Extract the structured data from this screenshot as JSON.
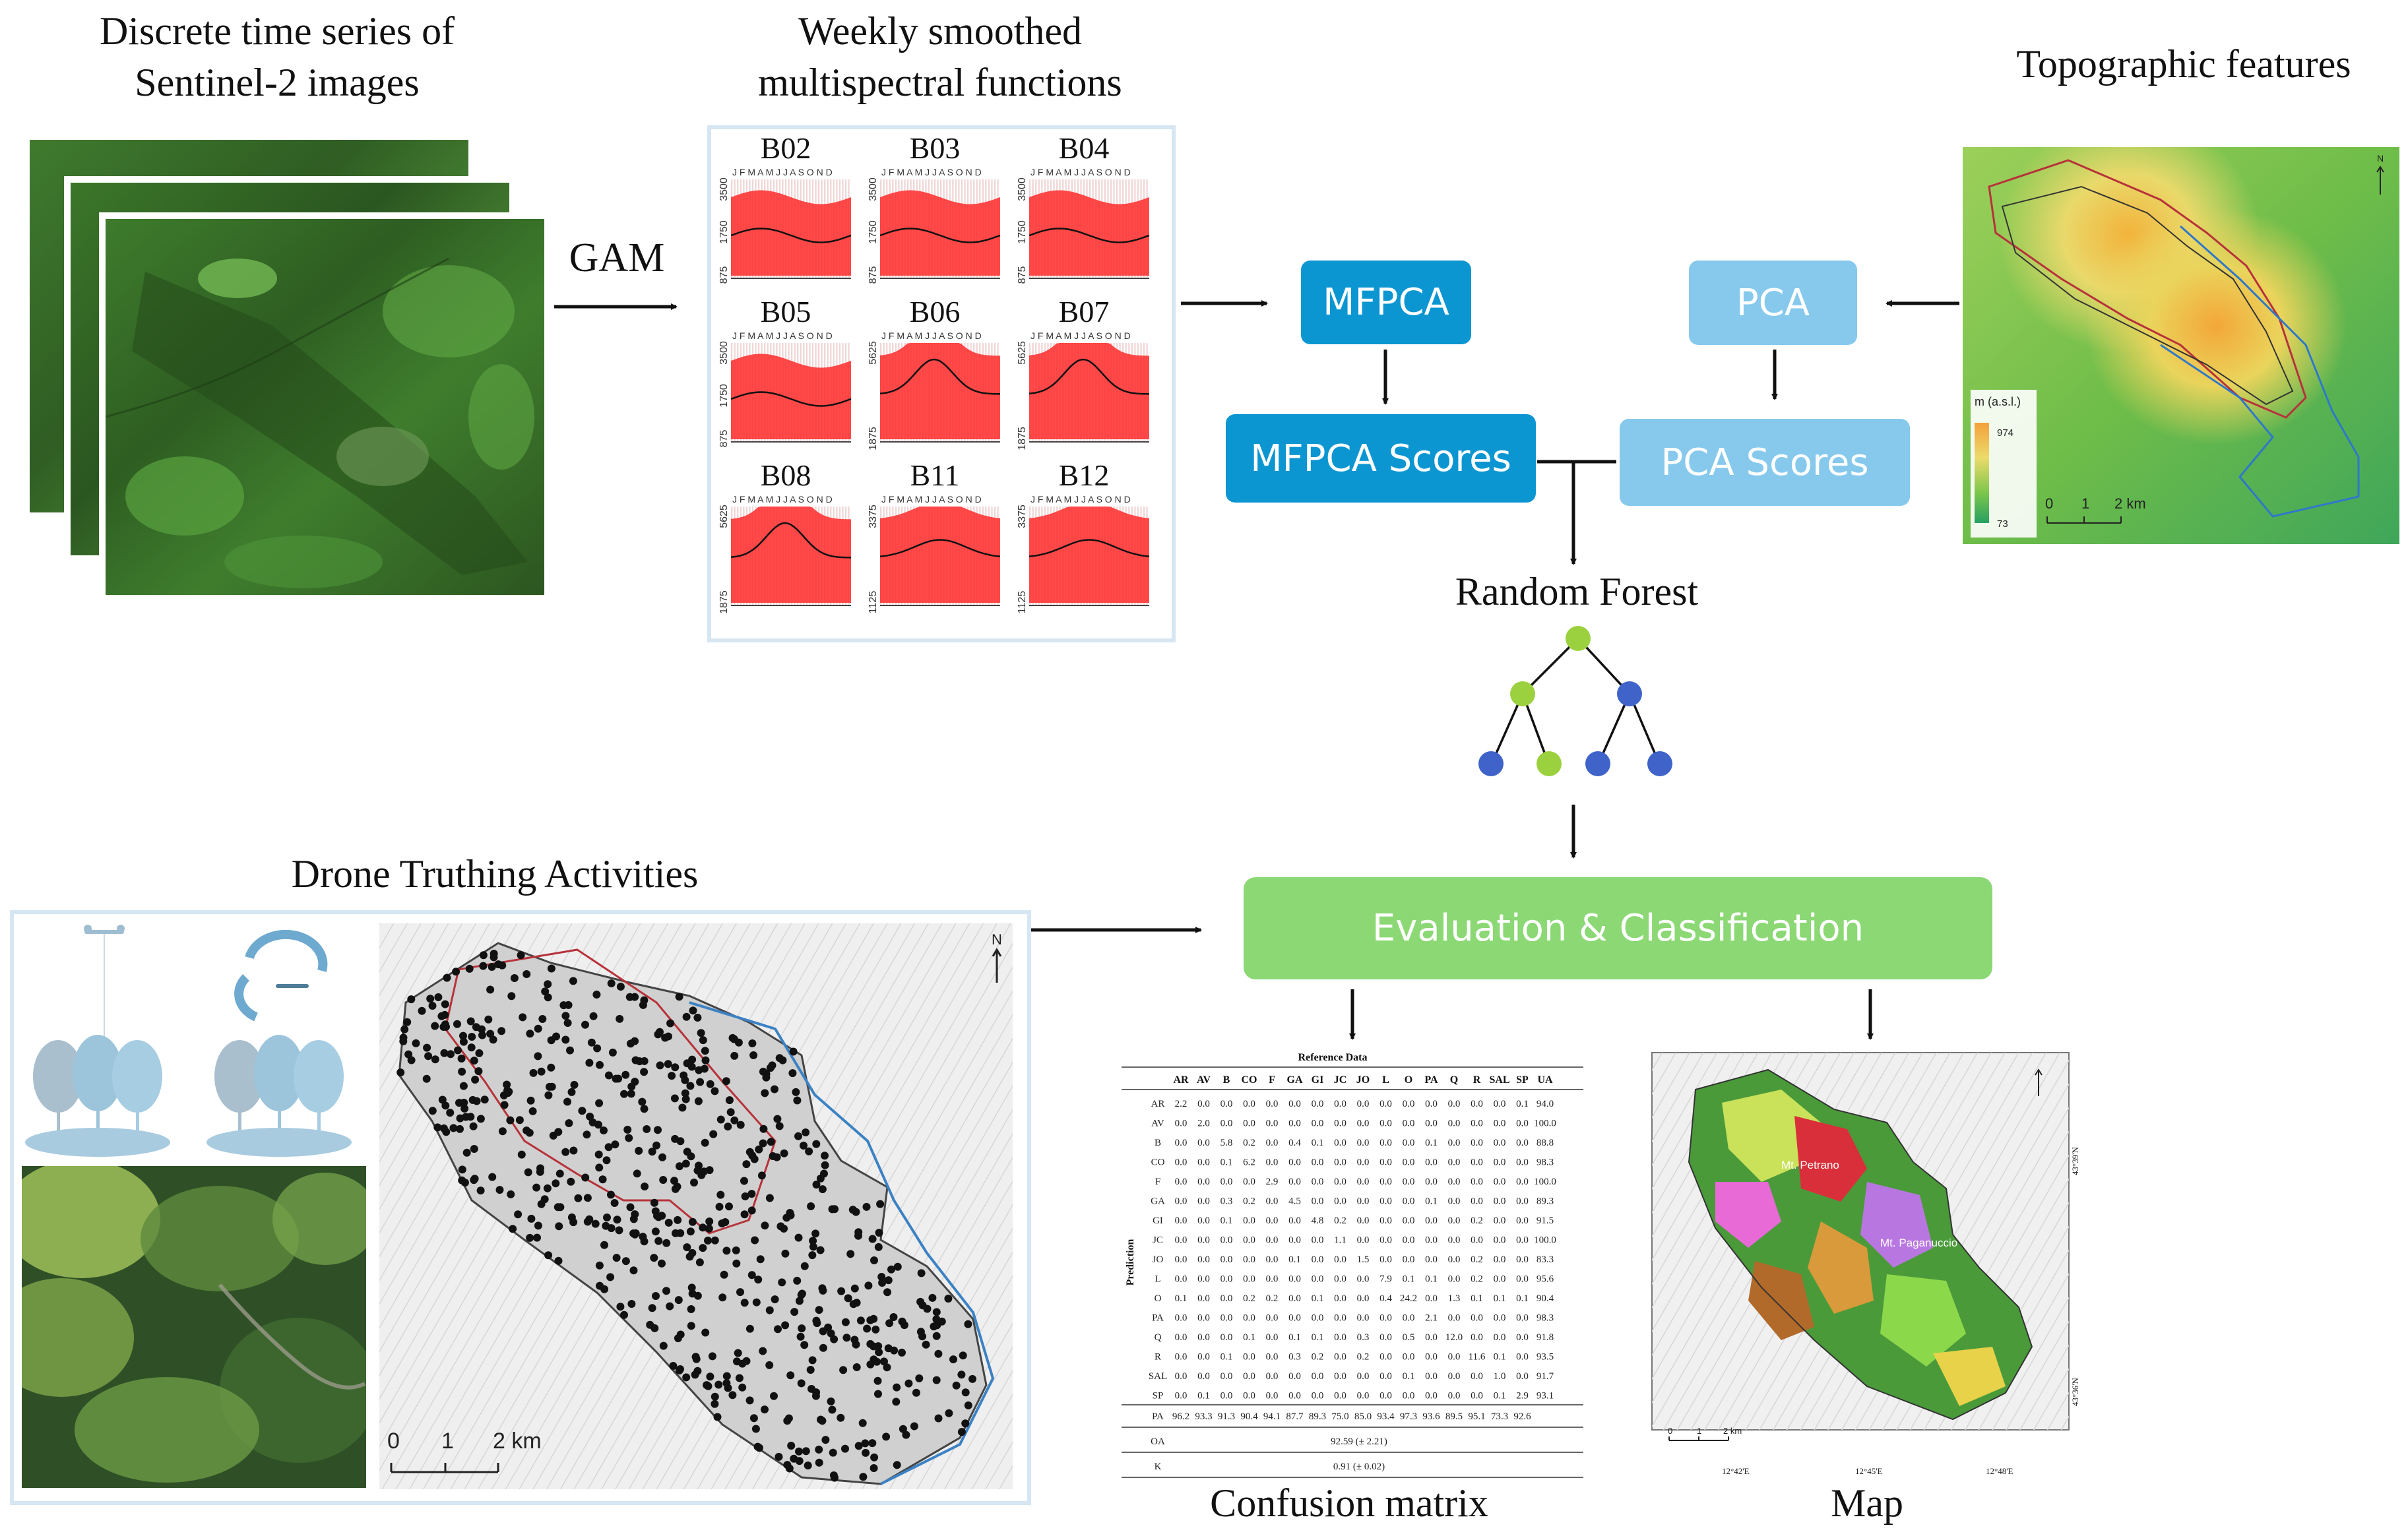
{
  "titles": {
    "sentinel": [
      "Discrete time series of",
      "Sentinel-2 images"
    ],
    "weekly": [
      "Weekly smoothed",
      "multispectral functions"
    ],
    "topo": "Topographic features",
    "drone": "Drone Truthing Activities",
    "rf": "Random Forest",
    "confusion": "Confusion matrix",
    "map": "Map"
  },
  "gam_label": "GAM",
  "boxes": {
    "mfpca": "MFPCA",
    "mfpca_scores": "MFPCA Scores",
    "pca": "PCA",
    "pca_scores": "PCA Scores",
    "eval": "Evaluation & Classification"
  },
  "colors": {
    "dark_box": "#0b96d2",
    "light_box": "#86c9ec",
    "green_box": "#8bd875",
    "node_green": "#9bd13f",
    "node_blue": "#3f63c9",
    "curve_red": "#ff2a2a"
  },
  "bands": [
    {
      "name": "B02",
      "ticks": [
        "3500",
        "1750",
        "875"
      ],
      "shape": "flat"
    },
    {
      "name": "B03",
      "ticks": [
        "3500",
        "1750",
        "875"
      ],
      "shape": "flat"
    },
    {
      "name": "B04",
      "ticks": [
        "3500",
        "1750",
        "875"
      ],
      "shape": "flat"
    },
    {
      "name": "B05",
      "ticks": [
        "3500",
        "1750",
        "875"
      ],
      "shape": "flat"
    },
    {
      "name": "B06",
      "ticks": [
        "5625",
        "1875"
      ],
      "shape": "hump"
    },
    {
      "name": "B07",
      "ticks": [
        "5625",
        "1875"
      ],
      "shape": "hump"
    },
    {
      "name": "B08",
      "ticks": [
        "5625",
        "1875"
      ],
      "shape": "hump"
    },
    {
      "name": "B11",
      "ticks": [
        "3375",
        "1125"
      ],
      "shape": "mid"
    },
    {
      "name": "B12",
      "ticks": [
        "3375",
        "1125"
      ],
      "shape": "mid"
    }
  ],
  "months": "J F M A M J J A S O N D",
  "topo_legend": {
    "title": "m (a.s.l.)",
    "max": "974",
    "min": "73",
    "scale": [
      "0",
      "1",
      "2 km"
    ],
    "north": "N"
  },
  "drone_scale": [
    "0",
    "1",
    "2 km"
  ],
  "drone_north": "N",
  "confusion": {
    "header_title": "Reference Data",
    "side_label": "Prediction",
    "columns": [
      "AR",
      "AV",
      "B",
      "CO",
      "F",
      "GA",
      "GI",
      "JC",
      "JO",
      "L",
      "O",
      "PA",
      "Q",
      "R",
      "SAL",
      "SP",
      "UA"
    ],
    "rows": [
      {
        "label": "AR",
        "values": [
          "2.2",
          "0.0",
          "0.0",
          "0.0",
          "0.0",
          "0.0",
          "0.0",
          "0.0",
          "0.0",
          "0.0",
          "0.0",
          "0.0",
          "0.0",
          "0.0",
          "0.0",
          "0.1",
          "94.0"
        ]
      },
      {
        "label": "AV",
        "values": [
          "0.0",
          "2.0",
          "0.0",
          "0.0",
          "0.0",
          "0.0",
          "0.0",
          "0.0",
          "0.0",
          "0.0",
          "0.0",
          "0.0",
          "0.0",
          "0.0",
          "0.0",
          "0.0",
          "100.0"
        ]
      },
      {
        "label": "B",
        "values": [
          "0.0",
          "0.0",
          "5.8",
          "0.2",
          "0.0",
          "0.4",
          "0.1",
          "0.0",
          "0.0",
          "0.0",
          "0.0",
          "0.1",
          "0.0",
          "0.0",
          "0.0",
          "0.0",
          "88.8"
        ]
      },
      {
        "label": "CO",
        "values": [
          "0.0",
          "0.0",
          "0.1",
          "6.2",
          "0.0",
          "0.0",
          "0.0",
          "0.0",
          "0.0",
          "0.0",
          "0.0",
          "0.0",
          "0.0",
          "0.0",
          "0.0",
          "0.0",
          "98.3"
        ]
      },
      {
        "label": "F",
        "values": [
          "0.0",
          "0.0",
          "0.0",
          "0.0",
          "2.9",
          "0.0",
          "0.0",
          "0.0",
          "0.0",
          "0.0",
          "0.0",
          "0.0",
          "0.0",
          "0.0",
          "0.0",
          "0.0",
          "100.0"
        ]
      },
      {
        "label": "GA",
        "values": [
          "0.0",
          "0.0",
          "0.3",
          "0.2",
          "0.0",
          "4.5",
          "0.0",
          "0.0",
          "0.0",
          "0.0",
          "0.0",
          "0.1",
          "0.0",
          "0.0",
          "0.0",
          "0.0",
          "89.3"
        ]
      },
      {
        "label": "GI",
        "values": [
          "0.0",
          "0.0",
          "0.1",
          "0.0",
          "0.0",
          "0.0",
          "4.8",
          "0.2",
          "0.0",
          "0.0",
          "0.0",
          "0.0",
          "0.0",
          "0.2",
          "0.0",
          "0.0",
          "91.5"
        ]
      },
      {
        "label": "JC",
        "values": [
          "0.0",
          "0.0",
          "0.0",
          "0.0",
          "0.0",
          "0.0",
          "0.0",
          "1.1",
          "0.0",
          "0.0",
          "0.0",
          "0.0",
          "0.0",
          "0.0",
          "0.0",
          "0.0",
          "100.0"
        ]
      },
      {
        "label": "JO",
        "values": [
          "0.0",
          "0.0",
          "0.0",
          "0.0",
          "0.0",
          "0.1",
          "0.0",
          "0.0",
          "1.5",
          "0.0",
          "0.0",
          "0.0",
          "0.0",
          "0.2",
          "0.0",
          "0.0",
          "83.3"
        ]
      },
      {
        "label": "L",
        "values": [
          "0.0",
          "0.0",
          "0.0",
          "0.0",
          "0.0",
          "0.0",
          "0.0",
          "0.0",
          "0.0",
          "7.9",
          "0.1",
          "0.1",
          "0.0",
          "0.2",
          "0.0",
          "0.0",
          "95.6"
        ]
      },
      {
        "label": "O",
        "values": [
          "0.1",
          "0.0",
          "0.0",
          "0.2",
          "0.2",
          "0.0",
          "0.1",
          "0.0",
          "0.0",
          "0.4",
          "24.2",
          "0.0",
          "1.3",
          "0.1",
          "0.1",
          "0.1",
          "90.4"
        ]
      },
      {
        "label": "PA",
        "values": [
          "0.0",
          "0.0",
          "0.0",
          "0.0",
          "0.0",
          "0.0",
          "0.0",
          "0.0",
          "0.0",
          "0.0",
          "0.0",
          "2.1",
          "0.0",
          "0.0",
          "0.0",
          "0.0",
          "98.3"
        ]
      },
      {
        "label": "Q",
        "values": [
          "0.0",
          "0.0",
          "0.0",
          "0.1",
          "0.0",
          "0.1",
          "0.1",
          "0.0",
          "0.3",
          "0.0",
          "0.5",
          "0.0",
          "12.0",
          "0.0",
          "0.0",
          "0.0",
          "91.8"
        ]
      },
      {
        "label": "R",
        "values": [
          "0.0",
          "0.0",
          "0.1",
          "0.0",
          "0.0",
          "0.3",
          "0.2",
          "0.0",
          "0.2",
          "0.0",
          "0.0",
          "0.0",
          "0.0",
          "11.6",
          "0.1",
          "0.0",
          "93.5"
        ]
      },
      {
        "label": "SAL",
        "values": [
          "0.0",
          "0.0",
          "0.0",
          "0.0",
          "0.0",
          "0.0",
          "0.0",
          "0.0",
          "0.0",
          "0.0",
          "0.1",
          "0.0",
          "0.0",
          "0.0",
          "1.0",
          "0.0",
          "91.7"
        ]
      },
      {
        "label": "SP",
        "values": [
          "0.0",
          "0.1",
          "0.0",
          "0.0",
          "0.0",
          "0.0",
          "0.0",
          "0.0",
          "0.0",
          "0.0",
          "0.0",
          "0.0",
          "0.0",
          "0.0",
          "0.1",
          "2.9",
          "93.1"
        ]
      }
    ],
    "pa": {
      "label": "PA",
      "values": [
        "96.2",
        "93.3",
        "91.3",
        "90.4",
        "94.1",
        "87.7",
        "89.3",
        "75.0",
        "85.0",
        "93.4",
        "97.3",
        "93.6",
        "89.5",
        "95.1",
        "73.3",
        "92.6"
      ]
    },
    "oa": {
      "label": "OA",
      "value": "92.59 (± 2.21)"
    },
    "k": {
      "label": "K",
      "value": "0.91 (± 0.02)"
    }
  },
  "map": {
    "labels": [
      "Mt. Petrano",
      "Mt. Paganuccio"
    ],
    "lon_ticks": [
      "12°42'E",
      "12°45'E",
      "12°48'E"
    ],
    "lat_ticks": [
      "43°39'N",
      "43°36'N"
    ],
    "scale": [
      "0",
      "1",
      "2 km"
    ]
  }
}
